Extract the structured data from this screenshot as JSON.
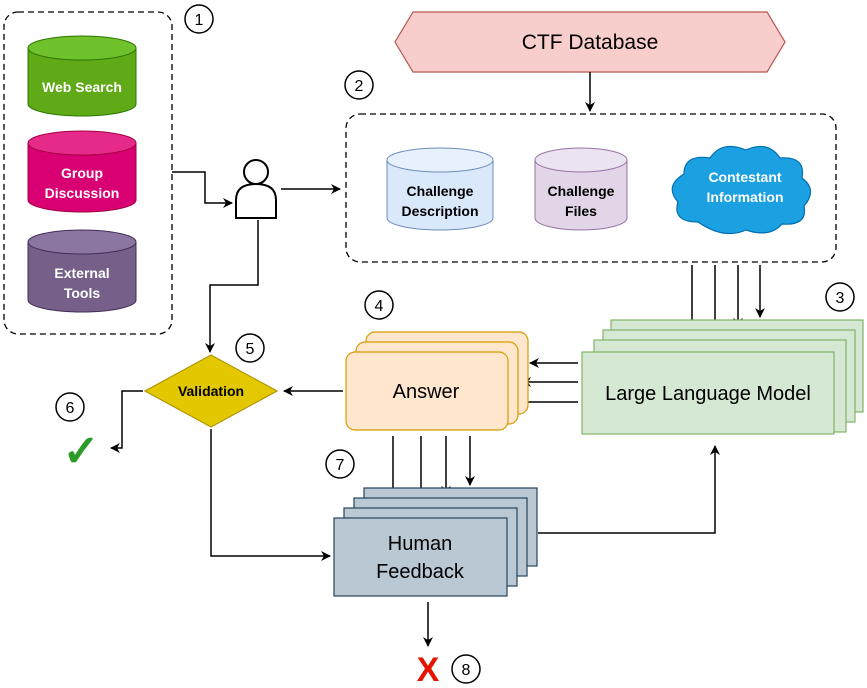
{
  "sources": {
    "web_search": "Web Search",
    "group_discussion_1": "Group",
    "group_discussion_2": "Discussion",
    "external_tools_1": "External",
    "external_tools_2": "Tools"
  },
  "ctf_database": "CTF Database",
  "inputs": {
    "challenge_description_1": "Challenge",
    "challenge_description_2": "Description",
    "challenge_files_1": "Challenge",
    "challenge_files_2": "Files",
    "contestant_information_1": "Contestant",
    "contestant_information_2": "Information"
  },
  "llm": "Large Language Model",
  "answer": "Answer",
  "validation": "Validation",
  "human_feedback_1": "Human",
  "human_feedback_2": "Feedback",
  "steps": [
    "1",
    "2",
    "3",
    "4",
    "5",
    "6",
    "7",
    "8"
  ],
  "success_mark": "✓",
  "fail_mark": "X",
  "colors": {
    "web_search": "#60a917",
    "group_discussion": "#d80073",
    "external_tools": "#76608a",
    "ctf_database": "#f8cecc",
    "challenge_description": "#dae8fc",
    "challenge_files": "#e1d5e7",
    "contestant_information": "#1ba1e2",
    "llm": "#d5e8d4",
    "answer": "#ffe6cc",
    "validation": "#e3c800",
    "human_feedback": "#bac8d3",
    "success": "#2d9b27",
    "fail": "#e51400"
  }
}
